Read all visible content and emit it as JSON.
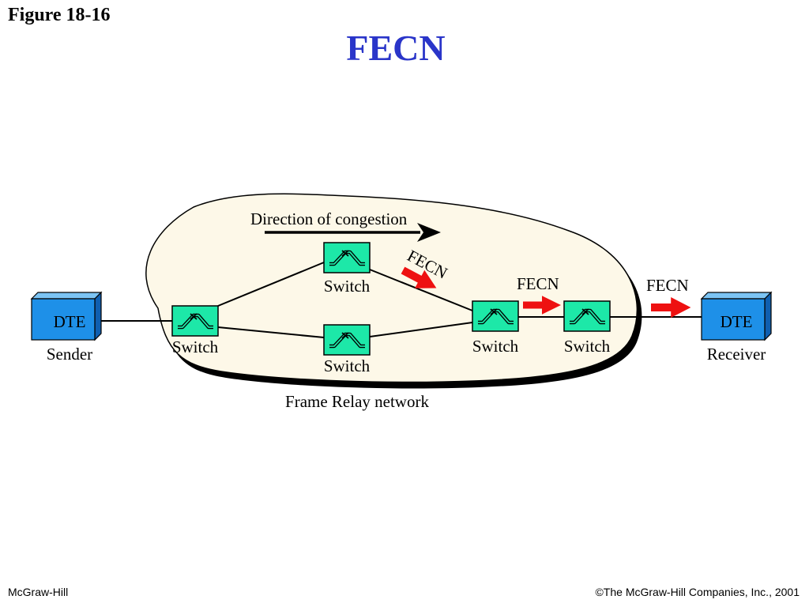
{
  "header": {
    "figure_label": "Figure 18-16",
    "title": "FECN"
  },
  "diagram": {
    "network_label": "Frame Relay network",
    "congestion_label": "Direction of congestion",
    "sender": {
      "box": "DTE",
      "caption": "Sender"
    },
    "receiver": {
      "box": "DTE",
      "caption": "Receiver"
    },
    "switch_label": "Switch",
    "fecn_label": "FECN",
    "colors": {
      "cloud_fill": "#fdf8e8",
      "switch_fill": "#1de8a8",
      "dte_fill": "#1e90e8",
      "fecn_arrow": "#ee1111",
      "title": "#2a35c9"
    }
  },
  "footer": {
    "left": "McGraw-Hill",
    "right": "©The McGraw-Hill Companies, Inc., 2001"
  }
}
